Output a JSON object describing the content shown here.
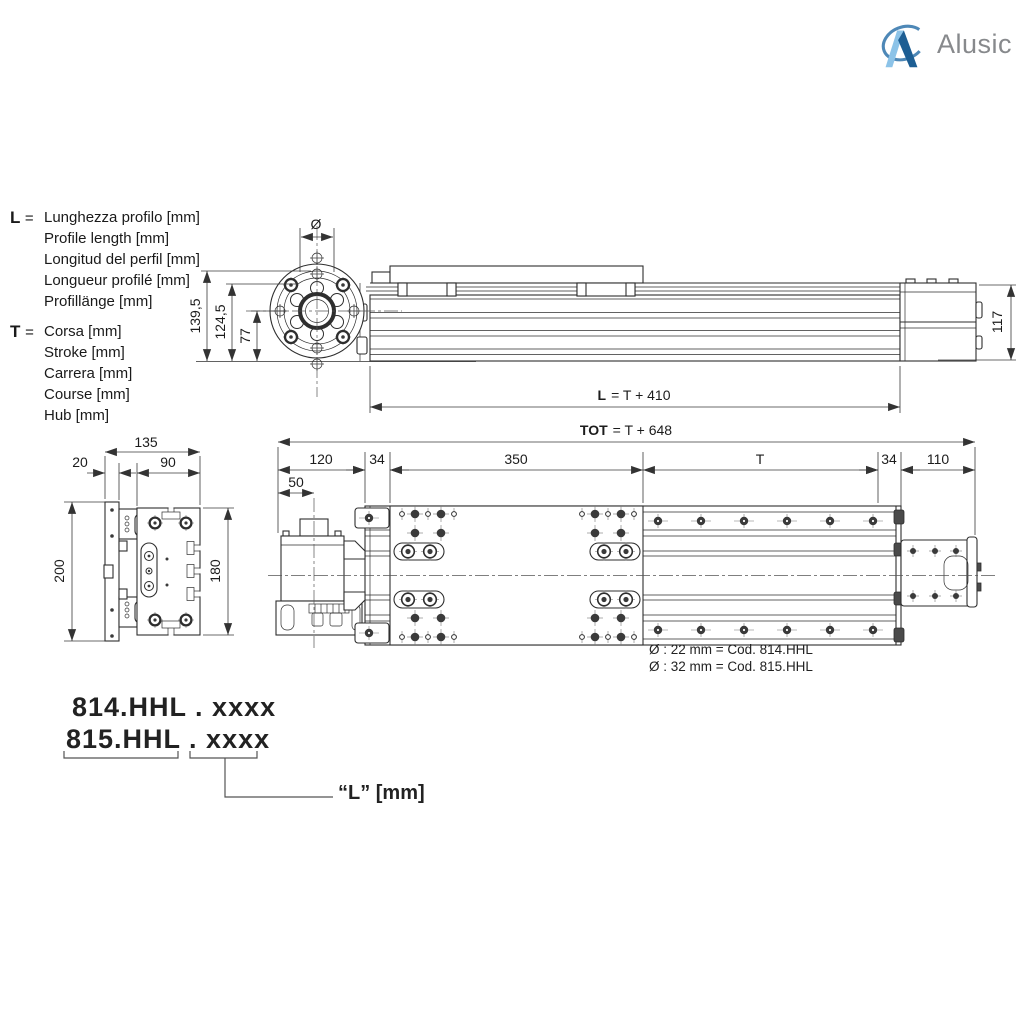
{
  "brand": {
    "name": "Alusic",
    "colors": {
      "mark_light": "#8cc3e8",
      "mark_dark": "#1d5e93",
      "mark_arc": "#4e88b7",
      "text": "#87898c"
    }
  },
  "legend": {
    "l_symbol": "L",
    "equals": "=",
    "l_lines": [
      "Lunghezza profilo [mm]",
      "Profile length [mm]",
      "Longitud del perfil [mm]",
      "Longueur profilé [mm]",
      "Profillänge [mm]"
    ],
    "t_symbol": "T",
    "t_lines": [
      "Corsa [mm]",
      "Stroke [mm]",
      "Carrera [mm]",
      "Course [mm]",
      "Hub [mm]"
    ]
  },
  "side_view": {
    "dia_label": "Ø",
    "height_overall": "139,5",
    "height_flange": "124,5",
    "height_center": "77",
    "height_end": "117",
    "length_bold": "L",
    "length_rest": "= T + 410"
  },
  "top_view": {
    "total_bold": "TOT",
    "total_rest": "= T + 648",
    "seg_120": "120",
    "seg_34_left": "34",
    "seg_350": "350",
    "seg_T": "T",
    "seg_34_right": "34",
    "seg_110": "110",
    "seg_50": "50"
  },
  "section_view": {
    "width_135": "135",
    "width_20": "20",
    "width_90": "90",
    "height_200": "200",
    "height_180": "180"
  },
  "diameter_codes": {
    "line1": "Ø : 22 mm = Cod. 814.HHL",
    "line2": "Ø : 32 mm = Cod. 815.HHL"
  },
  "ordering": {
    "code_814": "814.HHL . xxxx",
    "code_815": "815.HHL . xxxx",
    "length_label": "“L” [mm]"
  }
}
